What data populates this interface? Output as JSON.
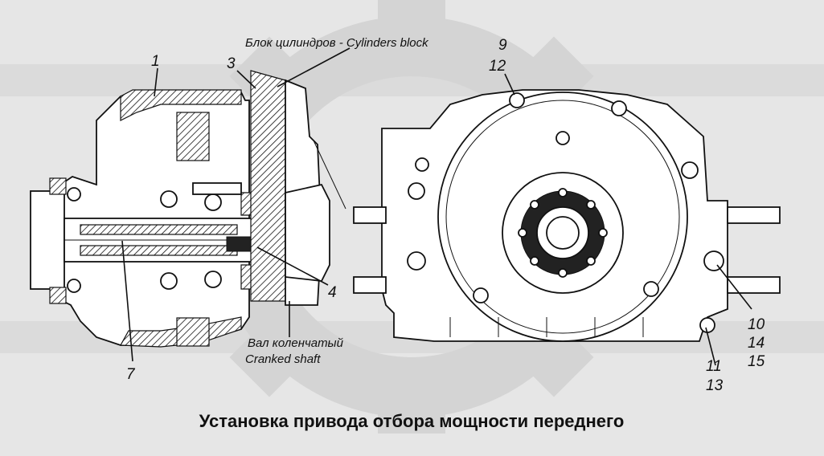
{
  "caption": "Установка привода отбора мощности переднего",
  "notes": {
    "cylinders_block": "Блок цилиндров - Cylinders block",
    "crank_ru": "Вал коленчатый",
    "crank_en": "Cranked shaft"
  },
  "callouts": {
    "c1": "1",
    "c3": "3",
    "c4": "4",
    "c7": "7",
    "c9": "9",
    "c12": "12",
    "c10": "10",
    "c14": "14",
    "c15": "15",
    "c11": "11",
    "c13": "13"
  }
}
